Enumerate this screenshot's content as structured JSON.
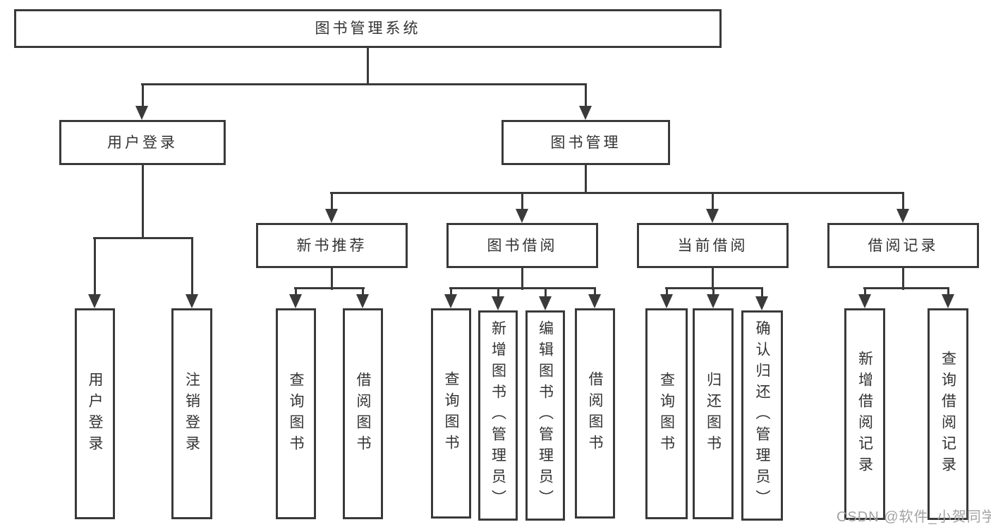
{
  "tree": {
    "root": {
      "label": "图书管理系统",
      "children": [
        {
          "label": "用户登录",
          "children": [
            {
              "label": "用户登录"
            },
            {
              "label": "注销登录"
            }
          ]
        },
        {
          "label": "图书管理",
          "children": [
            {
              "label": "新书推荐",
              "children": [
                {
                  "label": "查询图书"
                },
                {
                  "label": "借阅图书"
                }
              ]
            },
            {
              "label": "图书借阅",
              "children": [
                {
                  "label": "查询图书"
                },
                {
                  "label": "新增图书（管理员）"
                },
                {
                  "label": "编辑图书（管理员）"
                },
                {
                  "label": "借阅图书"
                }
              ]
            },
            {
              "label": "当前借阅",
              "children": [
                {
                  "label": "查询图书"
                },
                {
                  "label": "归还图书"
                },
                {
                  "label": "确认归还（管理员）"
                }
              ]
            },
            {
              "label": "借阅记录",
              "children": [
                {
                  "label": "新增借阅记录"
                },
                {
                  "label": "查询借阅记录"
                }
              ]
            }
          ]
        }
      ]
    }
  },
  "watermark": {
    "text": "CSDN @软件_小贺同学"
  },
  "colors": {
    "line": "#3a3a3a",
    "text": "#333333",
    "watermark": "#a3a3a3",
    "background": "#ffffff"
  }
}
